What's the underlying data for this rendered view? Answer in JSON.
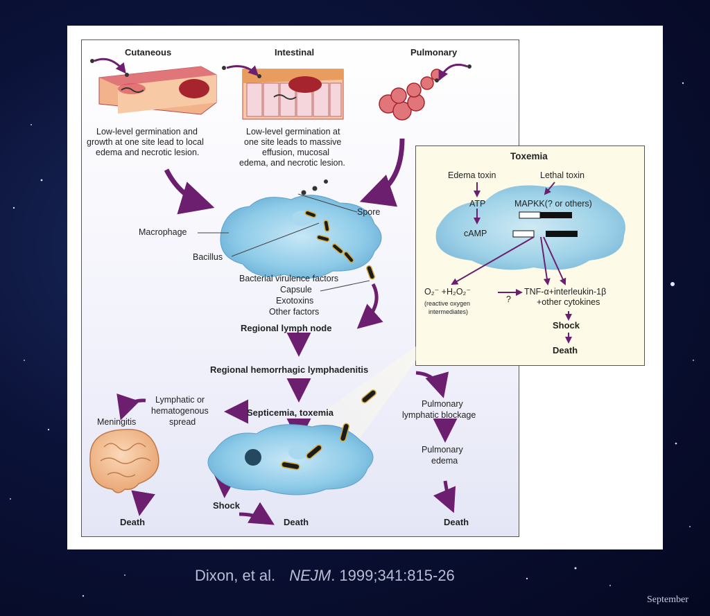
{
  "diagram": {
    "routes": {
      "cutaneous": "Cutaneous",
      "intestinal": "Intestinal",
      "pulmonary": "Pulmonary"
    },
    "route_desc": {
      "cutaneous": [
        "Low-level germination and",
        "growth at one site lead to local",
        "edema and necrotic lesion."
      ],
      "intestinal": [
        "Low-level germination at",
        "one site leads to massive",
        "effusion, mucosal",
        "edema, and necrotic lesion."
      ]
    },
    "cell_labels": {
      "spore": "Spore",
      "macrophage": "Macrophage",
      "bacillus": "Bacillus"
    },
    "virulence": [
      "Bacterial virulence factors",
      "Capsule",
      "Exotoxins",
      "Other factors"
    ],
    "flow": {
      "regional_lymph_node": "Regional lymph node",
      "lymphadenitis": "Regional hemorrhagic lymphadenitis",
      "spread": [
        "Lymphatic or",
        "hematogenous",
        "spread"
      ],
      "meningitis": "Meningitis",
      "septicemia": "Septicemia, toxemia",
      "pulm_blockage": [
        "Pulmonary",
        "lymphatic blockage"
      ],
      "pulm_edema": [
        "Pulmonary",
        "edema"
      ],
      "shock": "Shock",
      "death": "Death"
    },
    "toxemia": {
      "title": "Toxemia",
      "edema_toxin": "Edema toxin",
      "lethal_toxin": "Lethal toxin",
      "atp": "ATP",
      "mapkk": "MAPKK(? or others)",
      "camp": "cAMP",
      "ros": "O₂⁻ +H₂O₂⁻",
      "ros_note": [
        "(reactive oxygen",
        "intermediates)"
      ],
      "question": "?",
      "cytokines": [
        "TNF-α+interleukin-1β",
        "+other cytokines"
      ],
      "shock": "Shock",
      "death": "Death"
    }
  },
  "citation": {
    "authors": "Dixon, et al.",
    "journal": "NEJM",
    "ref": ". 1999;341:815-26"
  },
  "footer": {
    "date_label": "September"
  },
  "colors": {
    "arrow": "#6b1f6e",
    "cell": "#8ecbe8",
    "tissue": "#e0757a"
  }
}
